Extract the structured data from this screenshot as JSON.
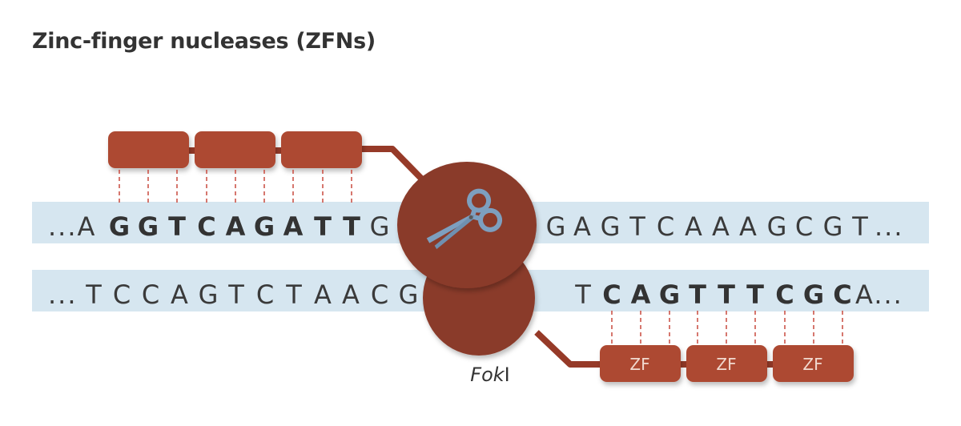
{
  "title": "Zinc-finger nucleases (ZFNs)",
  "top_strand": {
    "prefix": "...A",
    "bound_bases": [
      "G",
      "G",
      "T",
      "C",
      "A",
      "G",
      "A",
      "T",
      "T"
    ],
    "pre_gap_base": "G",
    "suffix_bases": [
      "G",
      "A",
      "G",
      "T",
      "C",
      "A",
      "A",
      "A",
      "G",
      "C",
      "G",
      "T"
    ],
    "suffix_dots": "..."
  },
  "bottom_strand": {
    "prefix": "...",
    "prefix_bases": [
      "T",
      "C",
      "C",
      "A",
      "G",
      "T",
      "C",
      "T",
      "A",
      "A",
      "C",
      "G"
    ],
    "post_gap_base": "T",
    "bound_bases": [
      "C",
      "A",
      "G",
      "T",
      "T",
      "T",
      "C",
      "G",
      "C"
    ],
    "suffix": "A..."
  },
  "zinc_finger_labels": [
    "ZF",
    "ZF",
    "ZF"
  ],
  "nuclease_label_italic": "Fok",
  "nuclease_label_roman": "I",
  "icons": [
    "scissors-icon"
  ],
  "colors": {
    "zinc_finger": "#ad4a33",
    "foki": "#8a3a2a",
    "linker": "#963a28",
    "dna_band": "#d6e6f0",
    "scissors": "#7d9fbf",
    "contact_line": "#c94a3e"
  }
}
